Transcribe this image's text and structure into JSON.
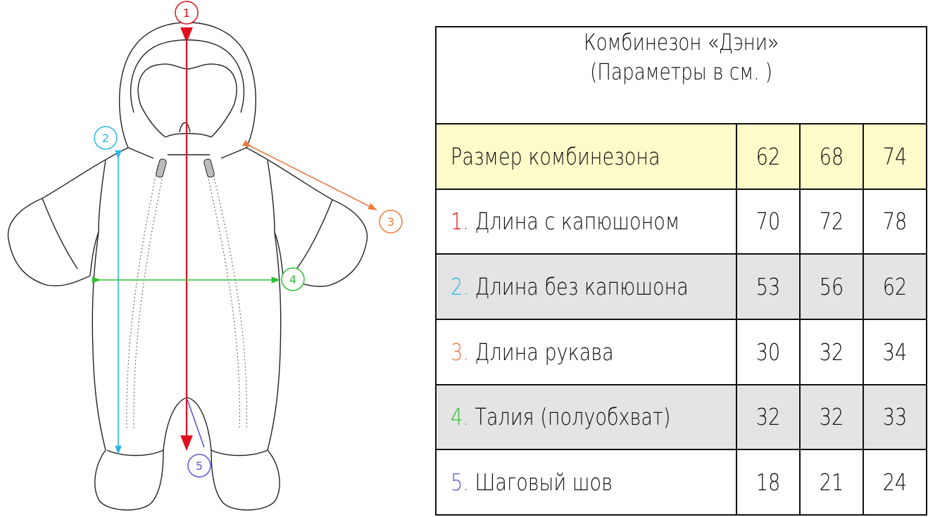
{
  "table": {
    "title_line1": "Комбинезон «Дэни»",
    "title_line2": "(Параметры в см. )",
    "header": {
      "label": "Размер комбинезона",
      "sizes": [
        "62",
        "68",
        "74"
      ]
    },
    "rows": [
      {
        "number": "1.",
        "label": "Длина с капюшоном",
        "values": [
          "70",
          "72",
          "78"
        ],
        "color": "#e0101e"
      },
      {
        "number": "2.",
        "label": "Длина без капюшона",
        "values": [
          "53",
          "56",
          "62"
        ],
        "color": "#2ab7e6"
      },
      {
        "number": "3.",
        "label": "Длина рукава",
        "values": [
          "30",
          "32",
          "34"
        ],
        "color": "#f07a3c"
      },
      {
        "number": "4.",
        "label": "Талия (полуобхват)",
        "values": [
          "32",
          "32",
          "33"
        ],
        "color": "#2fbf39"
      },
      {
        "number": "5.",
        "label": "Шаговый шов",
        "values": [
          "18",
          "21",
          "24"
        ],
        "color": "#5a56d6"
      }
    ]
  },
  "markers": [
    {
      "label": "1",
      "color": "#e0101e"
    },
    {
      "label": "2",
      "color": "#2ab7e6"
    },
    {
      "label": "3",
      "color": "#f07a3c"
    },
    {
      "label": "4",
      "color": "#2fbf39"
    },
    {
      "label": "5",
      "color": "#5a56d6"
    }
  ],
  "colors": {
    "header_bg": "#fdfbc9",
    "alt_row_bg": "#e4e4e4",
    "outline": "#222222"
  }
}
